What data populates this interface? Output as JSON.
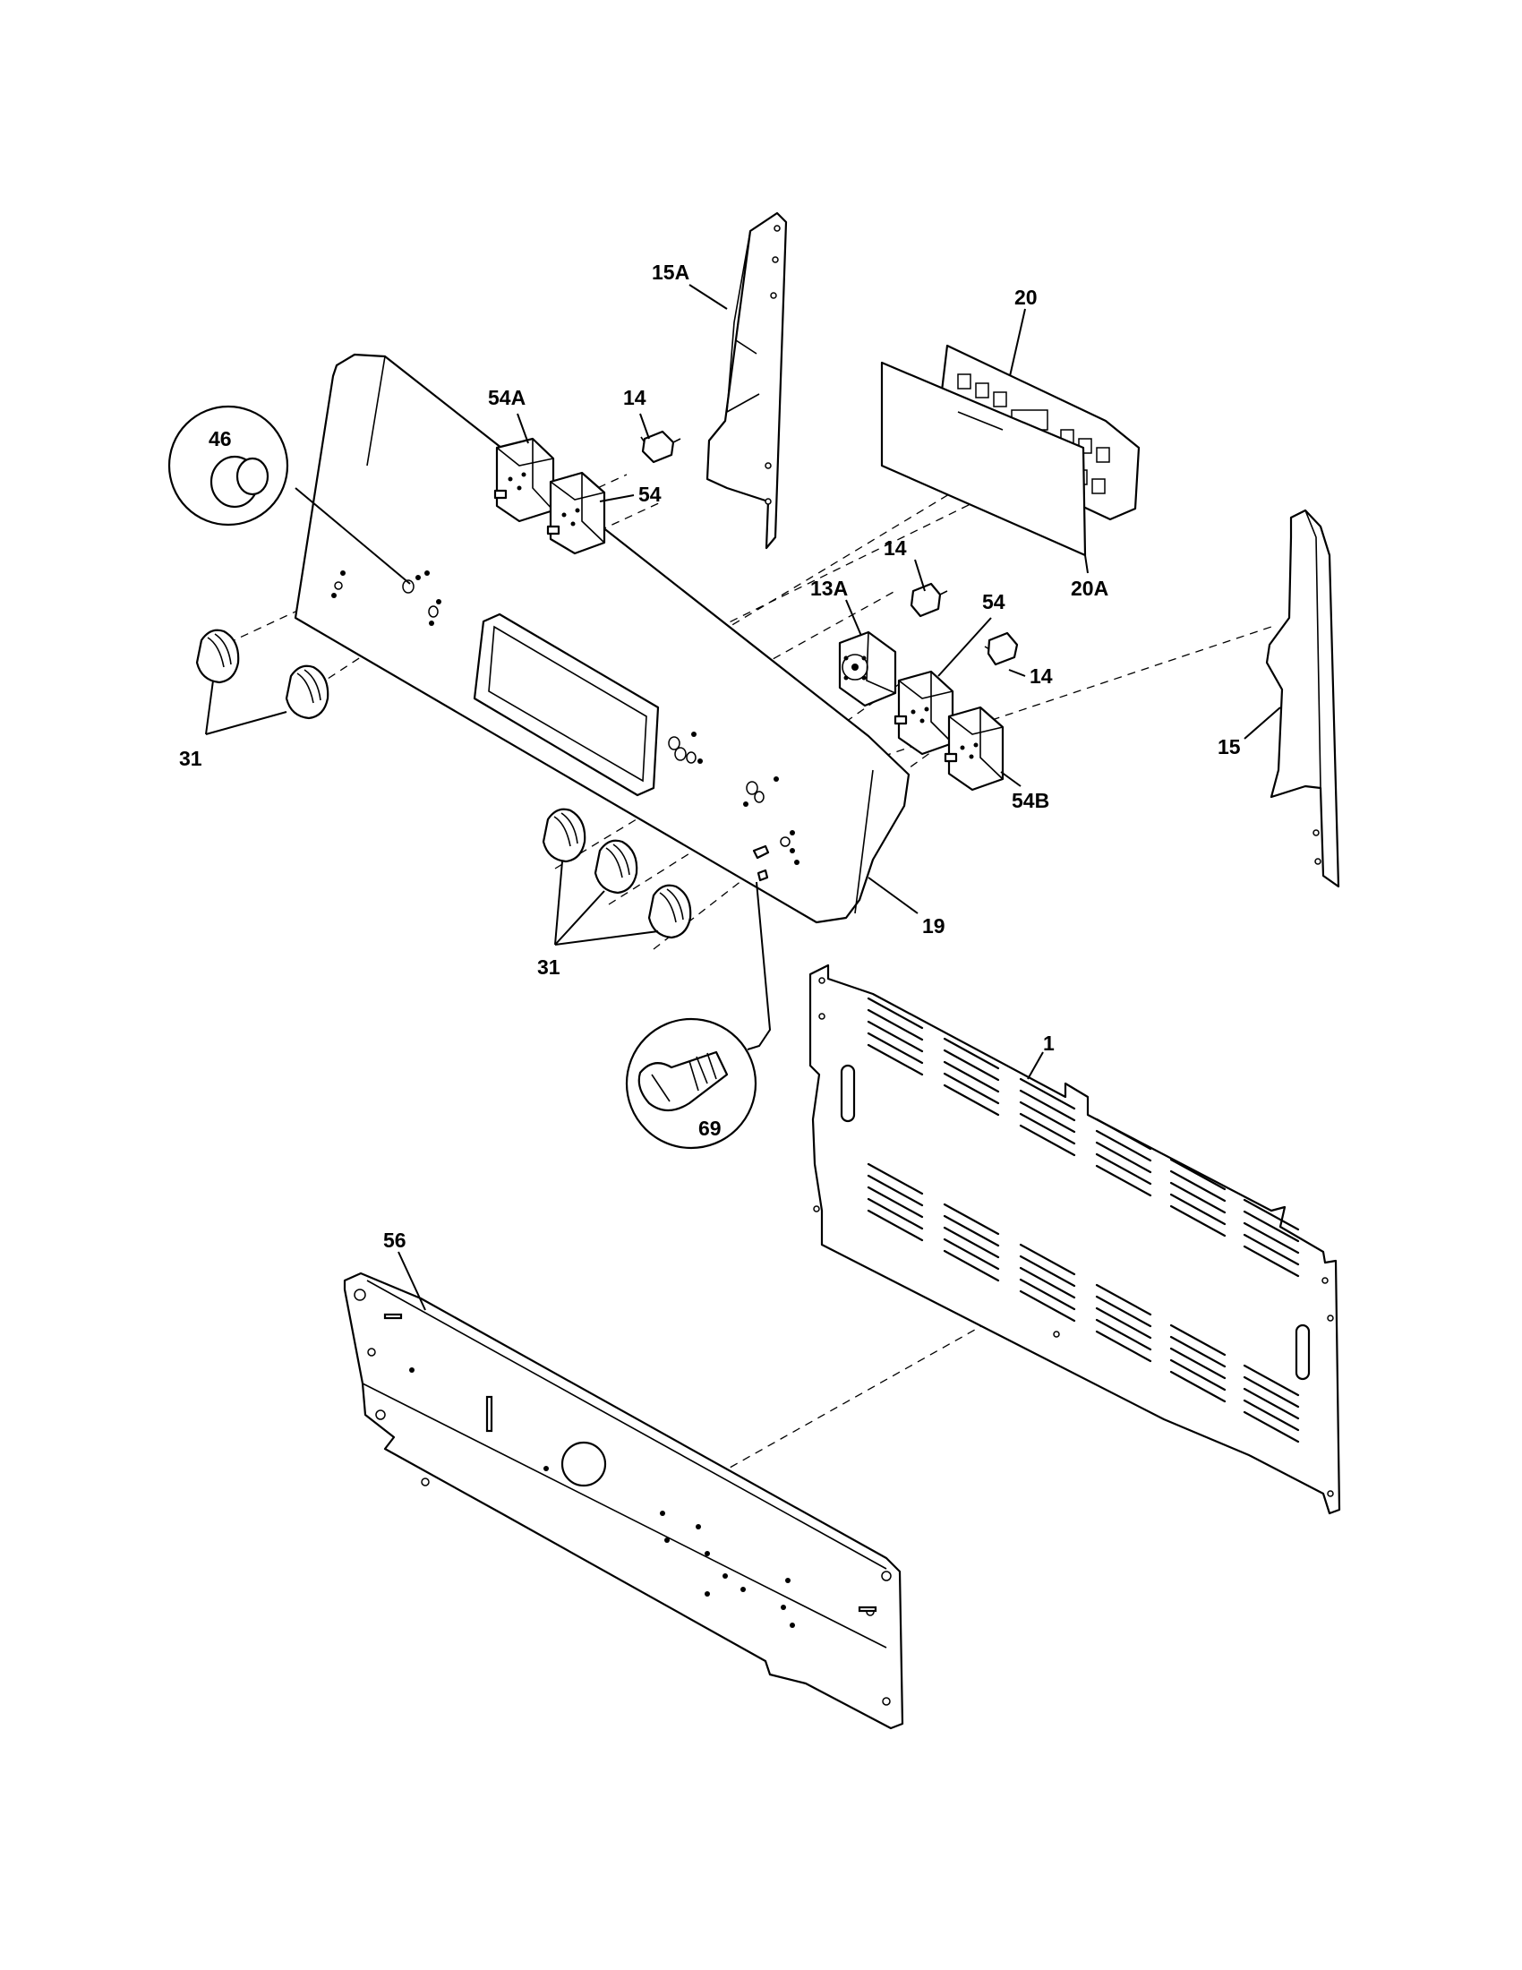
{
  "callouts": {
    "c1": "1",
    "c13a": "13A",
    "c14a": "14",
    "c14b": "14",
    "c14c": "14",
    "c15": "15",
    "c15a": "15A",
    "c19": "19",
    "c20": "20",
    "c20a": "20A",
    "c31a": "31",
    "c31b": "31",
    "c46": "46",
    "c54a": "54",
    "c54b": "54",
    "c54_a": "54A",
    "c54_b": "54B",
    "c56": "56",
    "c69": "69"
  }
}
